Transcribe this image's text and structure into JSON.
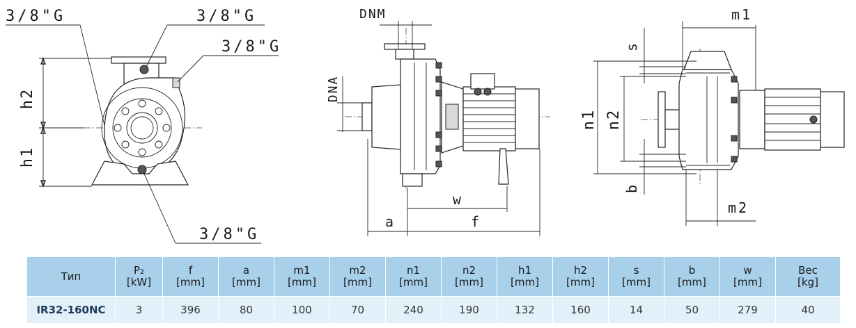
{
  "drawing": {
    "labels": {
      "g_top_left": "3/8\"G",
      "g_top_mid": "3/8\"G",
      "g_top_right": "3/8\"G",
      "g_bottom": "3/8\"G",
      "h2": "h2",
      "h1": "h1",
      "dnm": "DNM",
      "dna": "DNA",
      "w": "w",
      "a": "a",
      "f": "f",
      "m1": "m1",
      "m2": "m2",
      "s": "s",
      "n1": "n1",
      "n2": "n2",
      "b": "b"
    }
  },
  "table": {
    "headers": [
      {
        "top": "Тип",
        "bottom": ""
      },
      {
        "top": "P₂",
        "bottom": "[kW]"
      },
      {
        "top": "f",
        "bottom": "[mm]"
      },
      {
        "top": "a",
        "bottom": "[mm]"
      },
      {
        "top": "m1",
        "bottom": "[mm]"
      },
      {
        "top": "m2",
        "bottom": "[mm]"
      },
      {
        "top": "n1",
        "bottom": "[mm]"
      },
      {
        "top": "n2",
        "bottom": "[mm]"
      },
      {
        "top": "h1",
        "bottom": "[mm]"
      },
      {
        "top": "h2",
        "bottom": "[mm]"
      },
      {
        "top": "s",
        "bottom": "[mm]"
      },
      {
        "top": "b",
        "bottom": "[mm]"
      },
      {
        "top": "w",
        "bottom": "[mm]"
      },
      {
        "top": "Вес",
        "bottom": "[kg]"
      }
    ],
    "rows": [
      [
        "IR32-160NC",
        "3",
        "396",
        "80",
        "100",
        "70",
        "240",
        "190",
        "132",
        "160",
        "14",
        "50",
        "279",
        "40"
      ]
    ]
  }
}
